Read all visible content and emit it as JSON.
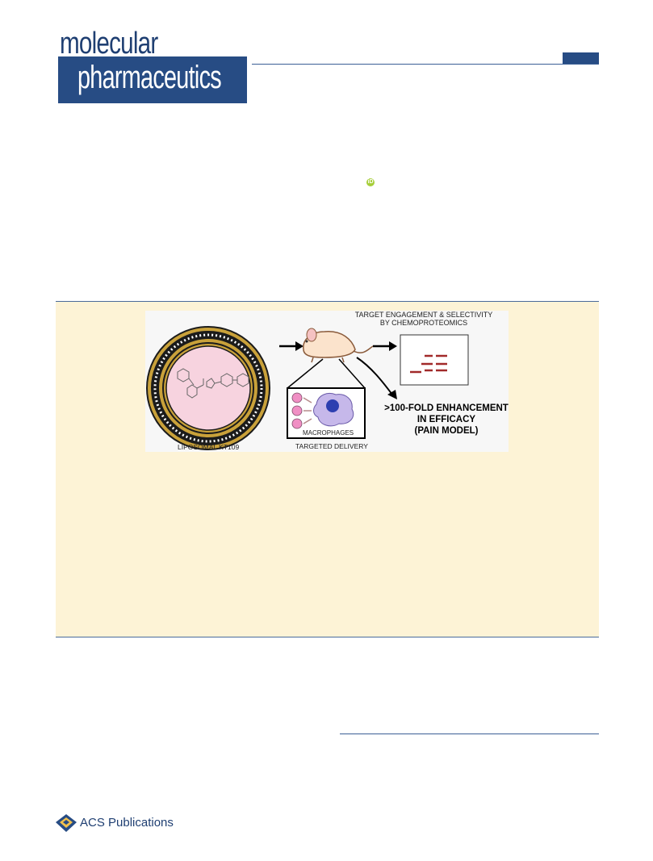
{
  "journal": {
    "name_line1": "molecular",
    "name_line2": "pharmaceutics"
  },
  "toc_graphic": {
    "target_label_line1": "TARGET ENGAGEMENT & SELECTIVITY",
    "target_label_line2": "BY CHEMOPROTEOMICS",
    "macrophages_label": "MACROPHAGES",
    "delivery_label": "TARGETED DELIVERY",
    "liposome_label": "LIPOSOMAL KT109",
    "efficacy_line1": ">100-FOLD ENHANCEMENT",
    "efficacy_line2": "IN EFFICACY",
    "efficacy_line3": "(PAIN MODEL)"
  },
  "publisher": {
    "name": "ACS Publications"
  },
  "colors": {
    "brand_blue": "#274c84",
    "abstract_background": "#fdf3d6",
    "orcid_green": "#a6ce39"
  }
}
